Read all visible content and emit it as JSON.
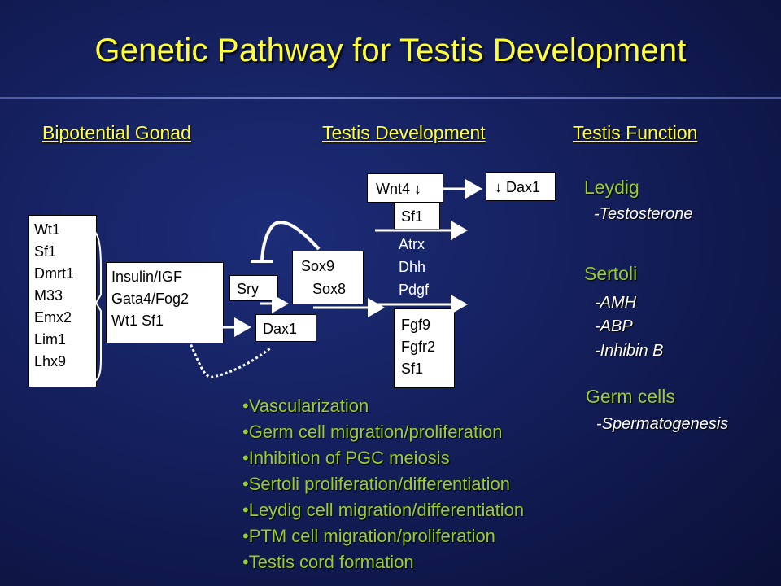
{
  "title": "Genetic Pathway for Testis Development",
  "headers": {
    "bipotential": "Bipotential Gonad",
    "development": "Testis Development",
    "function": "Testis Function"
  },
  "box_bipotential_genes": [
    "Wt1",
    "Sf1",
    "Dmrt1",
    "M33",
    "Emx2",
    "Lim1",
    "Lhx9"
  ],
  "box_insulin": [
    "Insulin/IGF",
    "Gata4/Fog2",
    "Wt1 Sf1"
  ],
  "sry": "Sry",
  "dax1": "Dax1",
  "sox": [
    "Sox9",
    "Sox8"
  ],
  "wnt4": "Wnt4 ↓",
  "dax1_down": "↓ Dax1",
  "sf1_box": "Sf1",
  "middle_genes": [
    "Atrx",
    "Dhh",
    "Pdgf"
  ],
  "fgf_box": [
    "Fgf9",
    "Fgfr2",
    "Sf1"
  ],
  "functions": {
    "leydig": "Leydig",
    "leydig_items": [
      "-Testosterone"
    ],
    "sertoli": "Sertoli",
    "sertoli_items": [
      "-AMH",
      "-ABP",
      "-Inhibin B"
    ],
    "germ": "Germ cells",
    "germ_items": [
      "-Spermatogenesis"
    ]
  },
  "bullets": [
    "•Vascularization",
    "•Germ cell migration/proliferation",
    "•Inhibition of PGC meiosis",
    "•Sertoli proliferation/differentiation",
    "•Leydig cell migration/differentiation",
    "•PTM cell migration/proliferation",
    "•Testis cord formation"
  ]
}
